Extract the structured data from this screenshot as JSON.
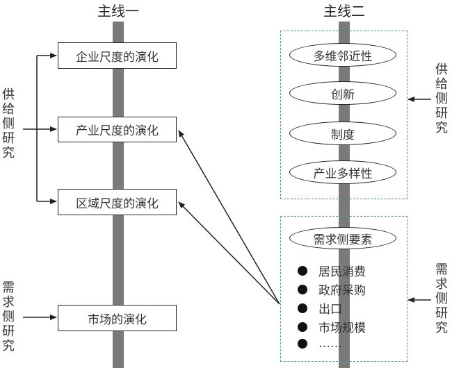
{
  "mainline_one": {
    "title": "主线一",
    "boxes": [
      {
        "label": "企业尺度的演化"
      },
      {
        "label": "产业尺度的演化"
      },
      {
        "label": "区域尺度的演化"
      },
      {
        "label": "市场的演化"
      }
    ],
    "side_labels": {
      "supply": "供给侧研究",
      "demand": "需求侧研究"
    }
  },
  "mainline_two": {
    "title": "主线二",
    "supply_group": {
      "ellipses": [
        {
          "label": "多维邻近性"
        },
        {
          "label": "创新"
        },
        {
          "label": "制度"
        },
        {
          "label": "产业多样性"
        }
      ],
      "side_label": "供给侧研究"
    },
    "demand_group": {
      "header": "需求侧要素",
      "bullets": [
        "居民消费",
        "政府采购",
        "出口",
        "市场规模",
        "……"
      ],
      "side_label": "需求侧研究"
    }
  },
  "colors": {
    "spine": "#7a7a7a",
    "dashed_border": "#5d8da0",
    "line": "#222222"
  }
}
